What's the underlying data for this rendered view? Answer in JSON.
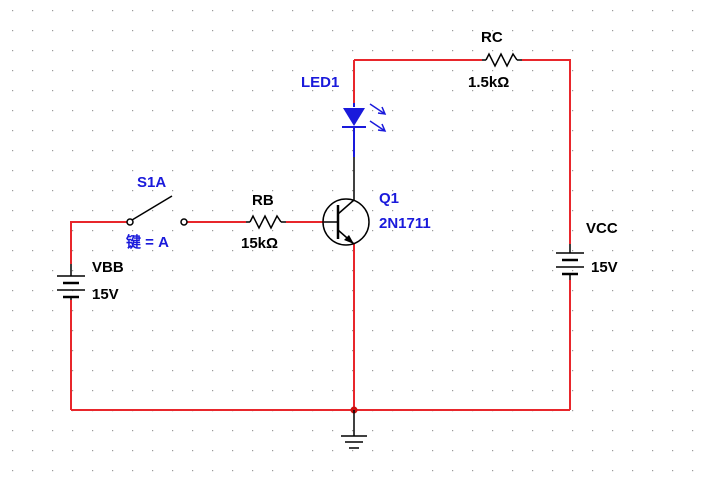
{
  "colors": {
    "background": "#ffffff",
    "grid_dot": "#9a9a9a",
    "wire": "#e8262b",
    "component": "#000000",
    "part_blue": "#1a1adb",
    "junction": "#cc1111"
  },
  "components": {
    "rc": {
      "ref": "RC",
      "value": "1.5kΩ"
    },
    "rb": {
      "ref": "RB",
      "value": "15kΩ"
    },
    "led": {
      "ref": "LED1"
    },
    "q1": {
      "ref": "Q1",
      "model": "2N1711"
    },
    "s1a": {
      "ref": "S1A",
      "key": "键 = A"
    },
    "vbb": {
      "ref": "VBB",
      "value": "15V"
    },
    "vcc": {
      "ref": "VCC",
      "value": "15V"
    }
  }
}
